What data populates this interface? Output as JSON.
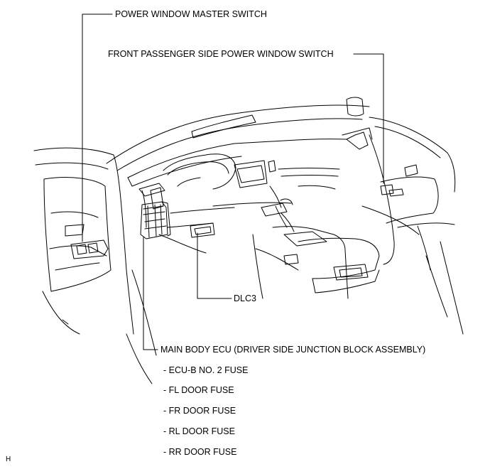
{
  "callouts": {
    "power_window_master_switch": "POWER WINDOW MASTER SWITCH",
    "front_passenger_switch": "FRONT PASSENGER SIDE POWER WINDOW SWITCH",
    "dlc3": "DLC3",
    "main_body_ecu": "MAIN BODY ECU (DRIVER SIDE JUNCTION BLOCK ASSEMBLY)"
  },
  "fuses": [
    "- ECU-B NO. 2 FUSE",
    "- FL DOOR FUSE",
    "- FR DOOR FUSE",
    "- RL DOOR FUSE",
    "- RR DOOR FUSE"
  ],
  "figure_code": "H",
  "colors": {
    "line": "#000000",
    "background": "#ffffff"
  }
}
